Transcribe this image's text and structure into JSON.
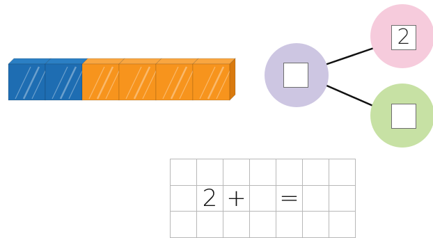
{
  "cubes": {
    "blue_count": 2,
    "orange_count": 4,
    "colors": {
      "blue_front": "#1e6db2",
      "blue_top": "#2b7fc4",
      "blue_side": "#15548c",
      "orange_front": "#f7941d",
      "orange_top": "#f9a640",
      "orange_side": "#d97a0e"
    }
  },
  "number_bond": {
    "whole": {
      "value": "",
      "color": "#cdc6e2"
    },
    "part_top": {
      "value": "2",
      "color": "#f6cbdc"
    },
    "part_bottom": {
      "value": "",
      "color": "#c7e1a4"
    }
  },
  "grid": {
    "rows": 3,
    "cols": 7,
    "middle_row": [
      "",
      "2",
      "+",
      "",
      "=",
      "",
      ""
    ]
  }
}
